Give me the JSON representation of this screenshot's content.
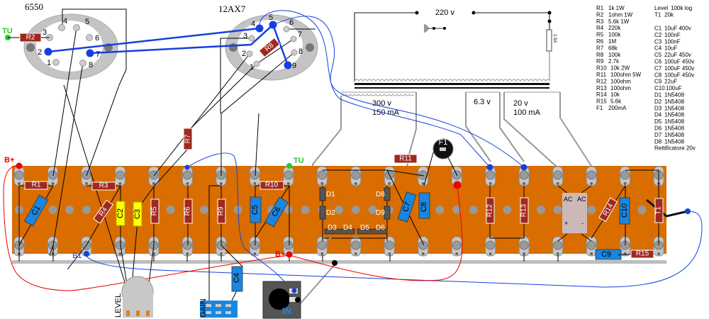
{
  "tubes": {
    "power": {
      "label": "6550",
      "pins": [
        "1",
        "2",
        "3",
        "4",
        "5",
        "6",
        "7",
        "8"
      ]
    },
    "preamp": {
      "label": "12AX7",
      "pins": [
        "1",
        "2",
        "3",
        "4",
        "5",
        "6",
        "7",
        "8",
        "9"
      ]
    }
  },
  "terminals": {
    "tu_left": "TU",
    "tu_board": "TU",
    "bplus_left": "B+",
    "bplus_bottom": "B+",
    "b1": "B1"
  },
  "transformer": {
    "primary": "220 v",
    "fuse": "1.5A",
    "sec_ht_voltage": "300 v",
    "sec_ht_current": "150 mA",
    "sec_heater": "6.3 v",
    "sec_aux_voltage": "20 v",
    "sec_aux_current": "100 mA"
  },
  "components": {
    "R1": "R1",
    "R2": "R2",
    "R3": "R3",
    "R4": "R4",
    "R5": "R5",
    "R6": "R6",
    "R7": "R7",
    "R8": "R8",
    "R9": "R9",
    "R10": "R10",
    "R11": "R11",
    "R12": "R12",
    "R13": "R13",
    "R14": "R14",
    "R15": "R15",
    "C1": "C1",
    "C2": "C2",
    "C3": "C3",
    "C4": "C4",
    "C5": "C5",
    "C6": "C6",
    "C7": "C7",
    "C8": "C8",
    "C9": "C9",
    "C10": "C10",
    "D1": "D1",
    "D2": "D2",
    "D3": "D3",
    "D4": "D4",
    "D5": "D5",
    "D6": "D6",
    "D8": "D8",
    "D9": "D9",
    "F1": "F1",
    "T1": "T1",
    "ac1": "AC",
    "ac2": "AC",
    "plus": "+",
    "minus": "-",
    "cap_plus": "+",
    "level": "LEVEL",
    "gain": "GAIN",
    "input": "IN"
  },
  "parts_list": {
    "left": [
      [
        "R1",
        "1k 1W"
      ],
      [
        "R2",
        "1ohm 1W"
      ],
      [
        "R3",
        "5.6k 1W"
      ],
      [
        "R4",
        "220k"
      ],
      [
        "R5",
        "100k"
      ],
      [
        "R6",
        "1M"
      ],
      [
        "R7",
        "68k"
      ],
      [
        "R8",
        "100k"
      ],
      [
        "R9",
        "2.7k"
      ],
      [
        "R10",
        "10k 2W"
      ],
      [
        "R11",
        "100ohm 5W"
      ],
      [
        "R12",
        "100ohm"
      ],
      [
        "R13",
        "100ohm"
      ],
      [
        "R14",
        "10k"
      ],
      [
        "R15",
        "5.6k"
      ],
      [
        "F1",
        "200mA"
      ]
    ],
    "right_top": [
      [
        "Level",
        "100k log"
      ],
      [
        "T1",
        "20k"
      ]
    ],
    "right": [
      [
        "C1",
        "10uF 400v"
      ],
      [
        "C2",
        "100nF"
      ],
      [
        "C3",
        "100nF"
      ],
      [
        "C4",
        "10uF"
      ],
      [
        "C5",
        "22uF 450v"
      ],
      [
        "C6",
        "100uF 450v"
      ],
      [
        "C7",
        "100uF 450v"
      ],
      [
        "C8",
        "100uF 450v"
      ],
      [
        "C9",
        "22uF"
      ],
      [
        "C10",
        "100uF"
      ],
      [
        "D1",
        "1N5408"
      ],
      [
        "D2",
        "1N5408"
      ],
      [
        "D3",
        "1N5408"
      ],
      [
        "D4",
        "1N5408"
      ],
      [
        "D5",
        "1N5408"
      ],
      [
        "D6",
        "1N5408"
      ],
      [
        "D7",
        "1N5408"
      ],
      [
        "D8",
        "1N5408"
      ]
    ],
    "footer": "Rettificatore 20v"
  },
  "colors": {
    "board": "#d96d00",
    "resistor": "#a0281e",
    "capacitor": "#1a86e0",
    "film_cap": "#ffff00",
    "hv_wire": "#ee0000",
    "signal_wire": "#1540e0",
    "heater_wire": "#999999",
    "terminal_tu": "#22cc22"
  }
}
